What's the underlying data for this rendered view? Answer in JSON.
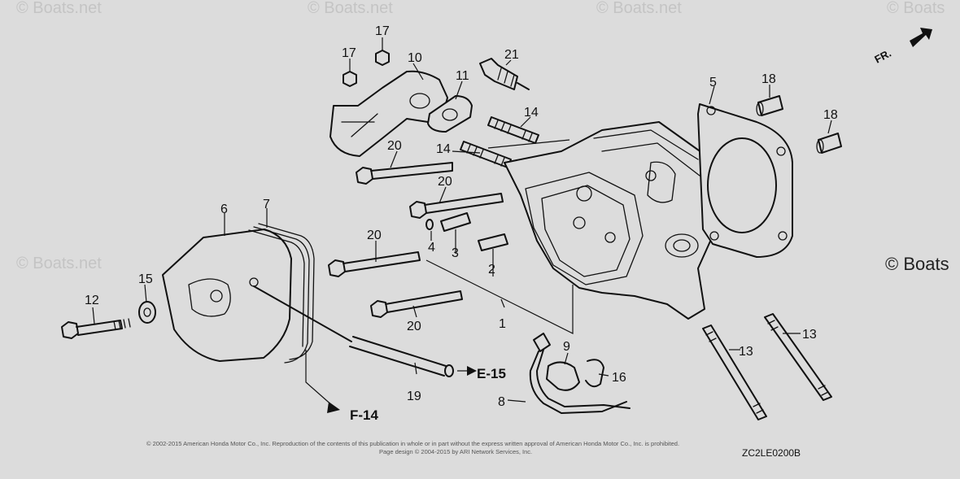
{
  "watermarks": [
    "© Boats.net",
    "© Boats.net",
    "© Boats.net",
    "© Boats",
    "© Boats.net",
    "© Boats"
  ],
  "front_indicator": "FR.",
  "callouts": {
    "c1": "1",
    "c2": "2",
    "c3": "3",
    "c4": "4",
    "c5": "5",
    "c6": "6",
    "c7": "7",
    "c8": "8",
    "c9": "9",
    "c10": "10",
    "c11": "11",
    "c12": "12",
    "c13a": "13",
    "c13b": "13",
    "c14a": "14",
    "c14b": "14",
    "c15": "15",
    "c16": "16",
    "c17a": "17",
    "c17b": "17",
    "c18a": "18",
    "c18b": "18",
    "c19": "19",
    "c20a": "20",
    "c20b": "20",
    "c20c": "20",
    "c20d": "20",
    "c21": "21"
  },
  "references": {
    "e15": "E-15",
    "f14": "F-14"
  },
  "footer": {
    "copyright_line1": "© 2002-2015 American Honda Motor Co., Inc. Reproduction of the contents of this publication in whole or in part without the express written approval of American Honda Motor Co., Inc. is prohibited.",
    "copyright_line2": "Page design © 2004-2015 by ARI Network Services, Inc.",
    "diagram_code": "ZC2LE0200B"
  }
}
